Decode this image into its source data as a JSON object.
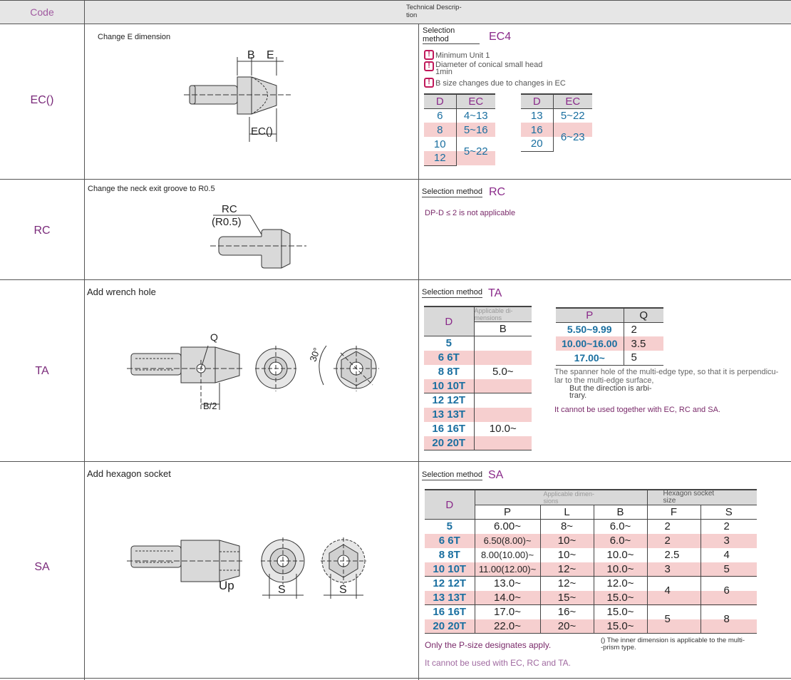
{
  "header": {
    "code": "Code",
    "tech": "Technical Descrip-\ntion"
  },
  "rows": {
    "ec": {
      "code": "EC()",
      "desc": "Change E dimension",
      "sel_label": "Selection\nmethod",
      "sel_code": "EC4",
      "notes": [
        "Minimum Unit 1",
        "Diameter of conical small head\n1min",
        "B size changes due to changes in EC"
      ],
      "fig": {
        "b": "B",
        "e": "E",
        "ec": "EC()"
      },
      "t1": {
        "h": [
          "D",
          "EC"
        ],
        "d": [
          "6",
          "8",
          "10",
          "12"
        ],
        "ec": [
          "4~13",
          "5~16",
          "5~22"
        ]
      },
      "t2": {
        "h": [
          "D",
          "EC"
        ],
        "d": [
          "13",
          "16",
          "20"
        ],
        "ec": [
          "5~22",
          "6~23"
        ]
      }
    },
    "rc": {
      "code": "RC",
      "desc": "Change the neck exit groove to R0.5",
      "sel_label": "Selection method",
      "sel_code": "RC",
      "note": "DP-D ≤ 2 is not applicable",
      "fig": {
        "rc": "RC",
        "r": "(R0.5)"
      }
    },
    "ta": {
      "code": "TA",
      "desc": "Add wrench hole",
      "sel_label": "Selection method",
      "sel_code": "TA",
      "fig": {
        "q": "Q",
        "b2": "B/2",
        "deg": "30°"
      },
      "t1": {
        "h_d": "D",
        "h_app": "Applicable di-\nmensions",
        "h_b": "B",
        "d": [
          "5",
          "6 6T",
          "8 8T",
          "10 10T",
          "12 12T",
          "13 13T",
          "16 16T",
          "20 20T"
        ],
        "b": [
          "5.0~",
          "10.0~"
        ]
      },
      "t2": {
        "h": [
          "P",
          "Q"
        ],
        "p": [
          "5.50~9.99",
          "10.00~16.00",
          "17.00~"
        ],
        "q": [
          "2",
          "3.5",
          "5"
        ]
      },
      "note1": "The spanner hole of the multi-edge type, so that it is perpendicu-\nlar to the multi-edge surface,",
      "note2": "But the direction is arbi-\ntrary.",
      "note3": "It cannot be used together with EC, RC and SA."
    },
    "sa": {
      "code": "SA",
      "desc": "Add hexagon socket",
      "sel_label": "Selection method",
      "sel_code": "SA",
      "fig": {
        "up": "Up",
        "s1": "S",
        "s2": "S"
      },
      "t": {
        "h_d": "D",
        "h_app": "Applicable dimen-\nsions",
        "h_hex": "Hexagon socket\nsize",
        "h_cols": [
          "P",
          "L",
          "B",
          "F",
          "S"
        ],
        "d": [
          "5",
          "6 6T",
          "8 8T",
          "10 10T",
          "12 12T",
          "13 13T",
          "16 16T",
          "20 20T"
        ],
        "p": [
          "6.00~",
          "6.50(8.00)~",
          "8.00(10.00)~",
          "11.00(12.00)~",
          "13.0~",
          "14.0~",
          "17.0~",
          "22.0~"
        ],
        "l": [
          "8~",
          "10~",
          "10~",
          "12~",
          "12~",
          "15~",
          "16~",
          "20~"
        ],
        "b": [
          "6.0~",
          "6.0~",
          "10.0~",
          "10.0~",
          "12.0~",
          "15.0~",
          "15.0~",
          "15.0~"
        ],
        "f": [
          "2",
          "2",
          "2.5",
          "3",
          "4",
          "5"
        ],
        "s": [
          "2",
          "3",
          "4",
          "5",
          "6",
          "8"
        ]
      },
      "note1": "Only the P-size designates apply.",
      "note2": "() The inner dimension is applicable to the multi-\n-prism type.",
      "note3": "It cannot be used with EC, RC and TA."
    }
  }
}
